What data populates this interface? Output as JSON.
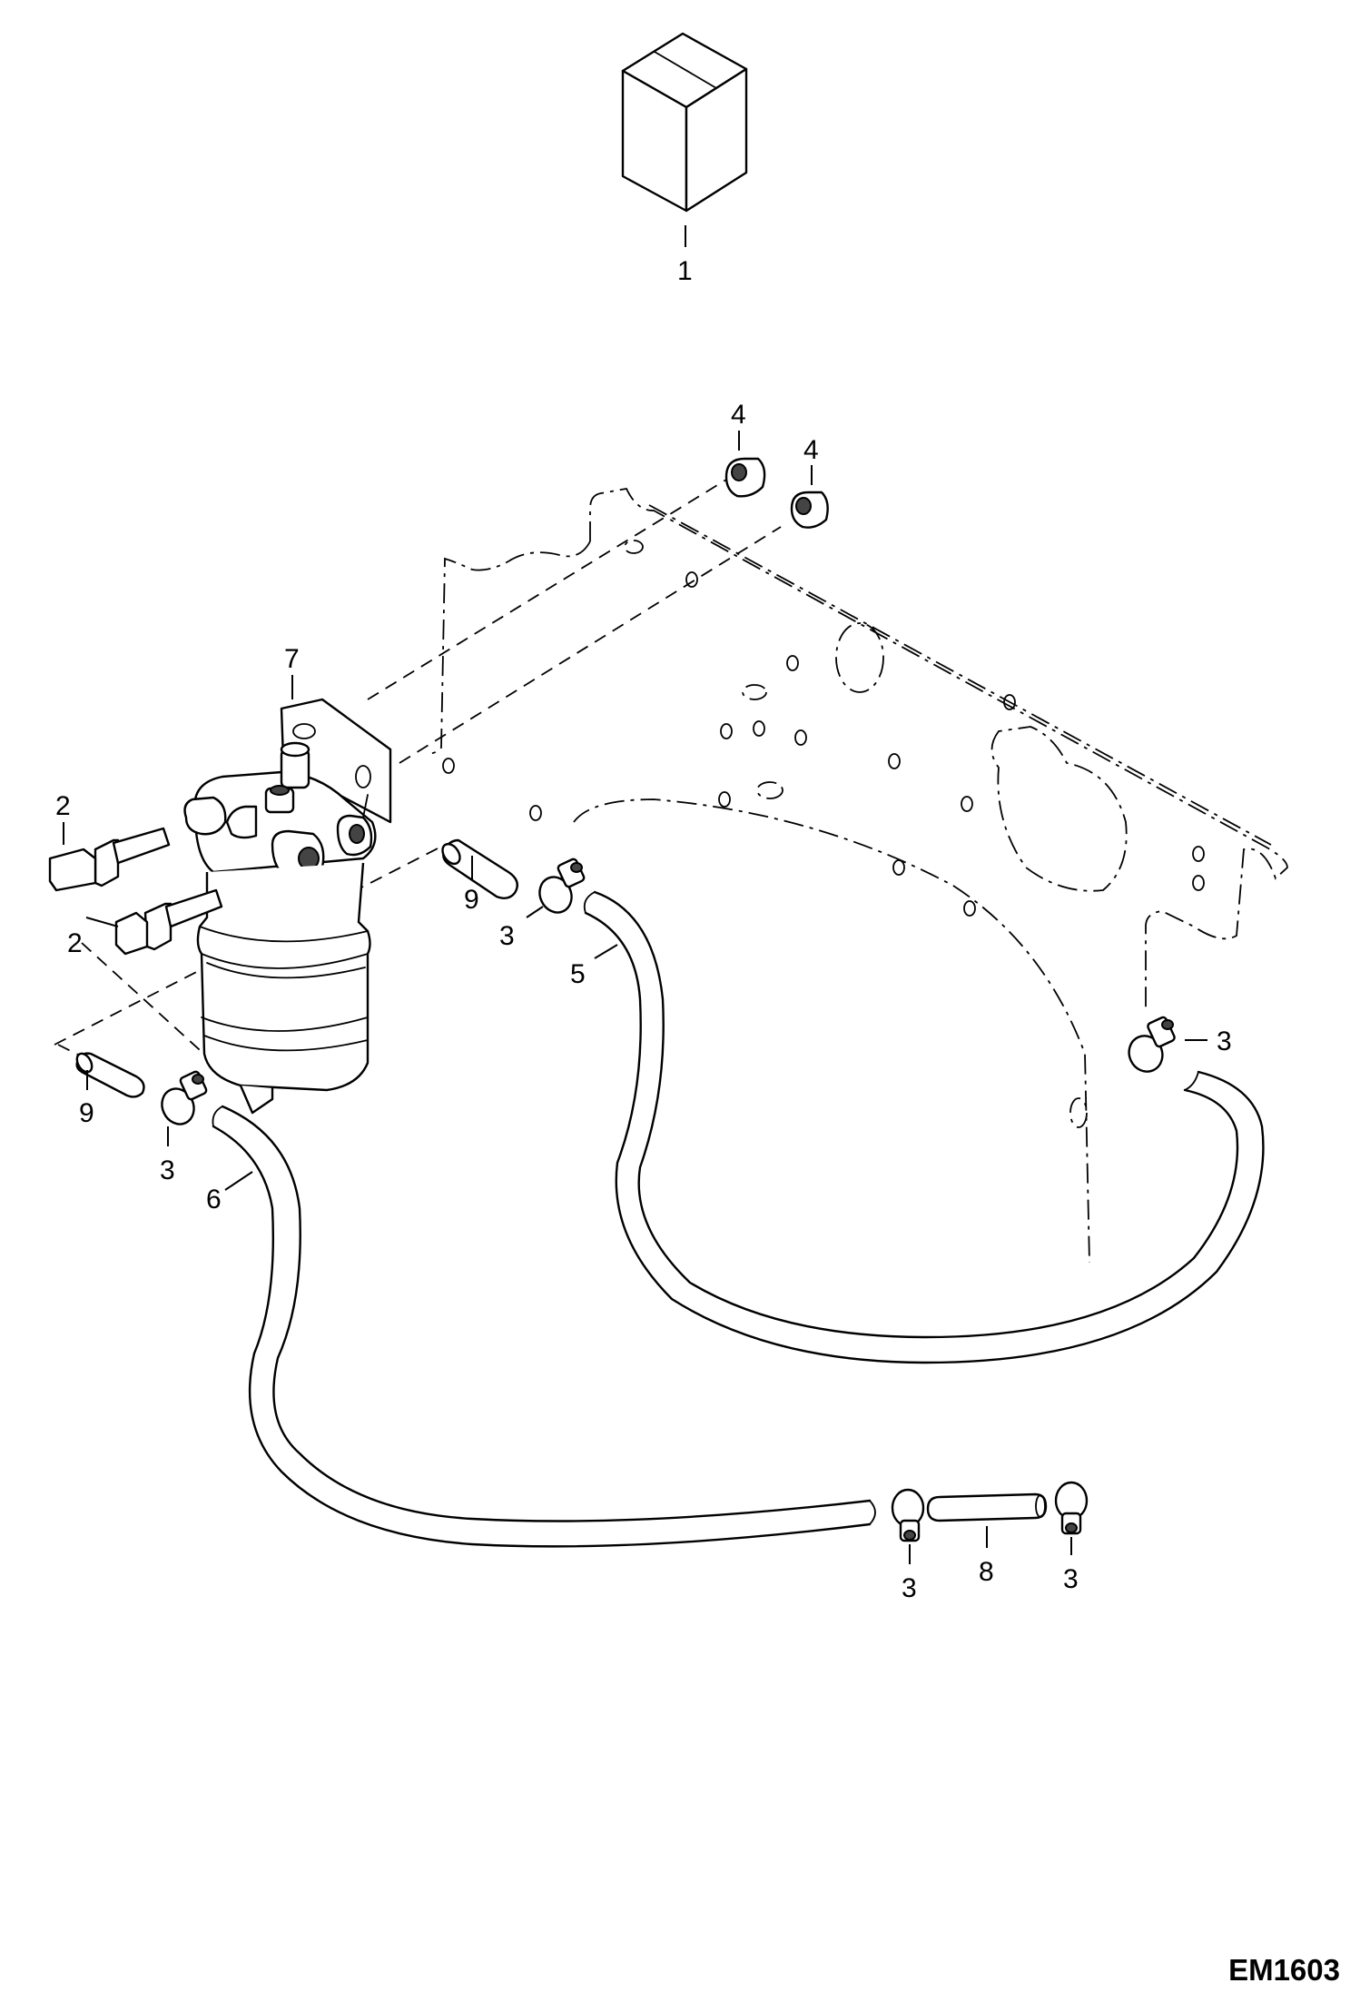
{
  "drawing_id": "EM1603",
  "callouts": {
    "c1": "1",
    "c2a": "2",
    "c2b": "2",
    "c3a": "3",
    "c3b": "3",
    "c3c": "3",
    "c3d": "3",
    "c3e": "3",
    "c4a": "4",
    "c4b": "4",
    "c5": "5",
    "c6": "6",
    "c7": "7",
    "c8": "8",
    "c9a": "9",
    "c9b": "9"
  }
}
